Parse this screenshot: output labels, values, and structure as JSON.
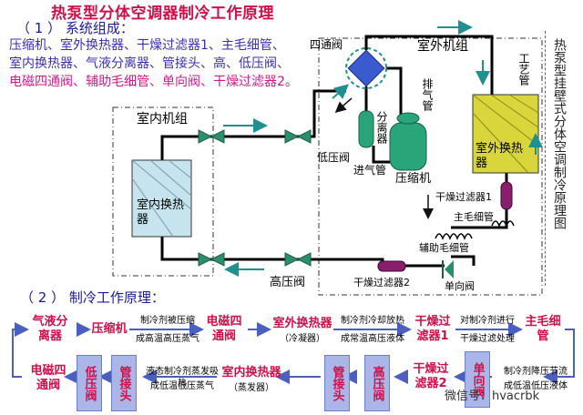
{
  "title": "热泵型分体空调器制冷工作原理",
  "section1": "（ 1 ） 系统组成：",
  "components": {
    "line1": "压缩机、室外换热器、干燥过滤器1、主毛细管、",
    "line2": "室内换热器、气液分离器、管接头、高、低压阀、",
    "line3": "电磁四通阀、辅助毛细管、单向阀、干燥过滤器2。"
  },
  "sidebar": "热泵型挂壁式分体空调制冷原理图",
  "diagram": {
    "indoor_unit": "室内机组",
    "outdoor_unit": "室外机组",
    "four_way_valve": "四通阀",
    "craft_tube": "工艺管",
    "exhaust_pipe": "排气管",
    "separator": "分离器",
    "low_valve": "低压阀",
    "intake_pipe": "进气管",
    "compressor": "压缩机",
    "outdoor_hx": "室外换热器",
    "indoor_hx": "室内换热器",
    "filter1": "干燥过滤器1",
    "main_capillary": "主毛细管",
    "aux_capillary": "辅助毛细管",
    "high_valve": "高压阀",
    "filter2": "干燥过滤器2",
    "check_valve": "单向阀"
  },
  "section2": "（ 2 ） 制冷工作原理：",
  "flow": {
    "row1": [
      {
        "name": "气液分离器"
      },
      {
        "name": "压缩机"
      },
      {
        "name": "电磁四通阀"
      },
      {
        "name": "室外换热器",
        "sub": "（冷凝器）"
      },
      {
        "name": "干燥过滤器1"
      },
      {
        "name": "主毛细管"
      }
    ],
    "row1_notes": [
      {
        "a": "制冷剂被压缩",
        "b": "成高温高压蒸气"
      },
      {
        "a": "制冷剂冷却放热",
        "b": "成常温高压液体"
      },
      {
        "a": "对制冷剂进行",
        "b": "干燥过滤处理"
      }
    ],
    "row2": [
      {
        "name": "电磁四通阀"
      },
      {
        "name": "低压阀"
      },
      {
        "name": "管接头"
      },
      {
        "name": "室内换热器",
        "sub": "（蒸发器）"
      },
      {
        "name": "管接头"
      },
      {
        "name": "高压阀"
      },
      {
        "name": "干燥过滤器2"
      },
      {
        "name": "单向阀"
      }
    ],
    "row2_notes": [
      {
        "a": "液态制冷剂蒸发吸热",
        "b": "成低温低压蒸气"
      },
      {
        "a": "制冷剂降压节流",
        "b": "成低温低压液体"
      }
    ]
  },
  "watermark": "微信号：hvacrbk",
  "colors": {
    "pipe": "#000000",
    "arrow": "#1f8f8f",
    "valve": "#2a8f6a",
    "hx_in": "#c5e4ee",
    "hx_out": "#d8d63a",
    "compressor": "#2aa57a",
    "fourway": "#3a5ad0",
    "filter": "#8a1e6e",
    "box": "#aab6e8",
    "text_red": "#d0104a"
  }
}
